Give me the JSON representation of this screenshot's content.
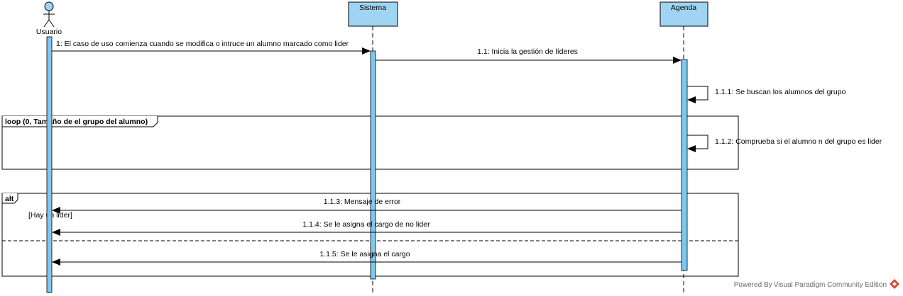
{
  "actors": {
    "usuario": "Usuario",
    "sistema": "Sistema",
    "agenda": "Agenda"
  },
  "messages": {
    "m1": "1: El caso de uso comienza cuando se modifica o intruce un alumno marcado como lider",
    "m11": "1.1: Inicia la gestión de líderes",
    "m111": "1.1.1: Se buscan los alumnos del grupo",
    "m112": "1.1.2: Comprueba si el alumno n  del grupo es lider",
    "m113": "1.1.3: Mensaje de error",
    "m114": "1.1.4: Se le asigna el cargo de no lider",
    "m115": "1.1.5: Se le asigna el cargo"
  },
  "fragments": {
    "loop_label": "loop (0, Tamaño de el grupo del alumno)",
    "alt_label": "alt",
    "alt_guard": "[Hay un lider]"
  },
  "footer": {
    "text": "Powered By Visual Paradigm Community Edition"
  },
  "colors": {
    "lifeline_box": "#9fd4f3",
    "activation": "#7ec8f0",
    "stroke": "#000000",
    "logo": "#e0453a"
  }
}
